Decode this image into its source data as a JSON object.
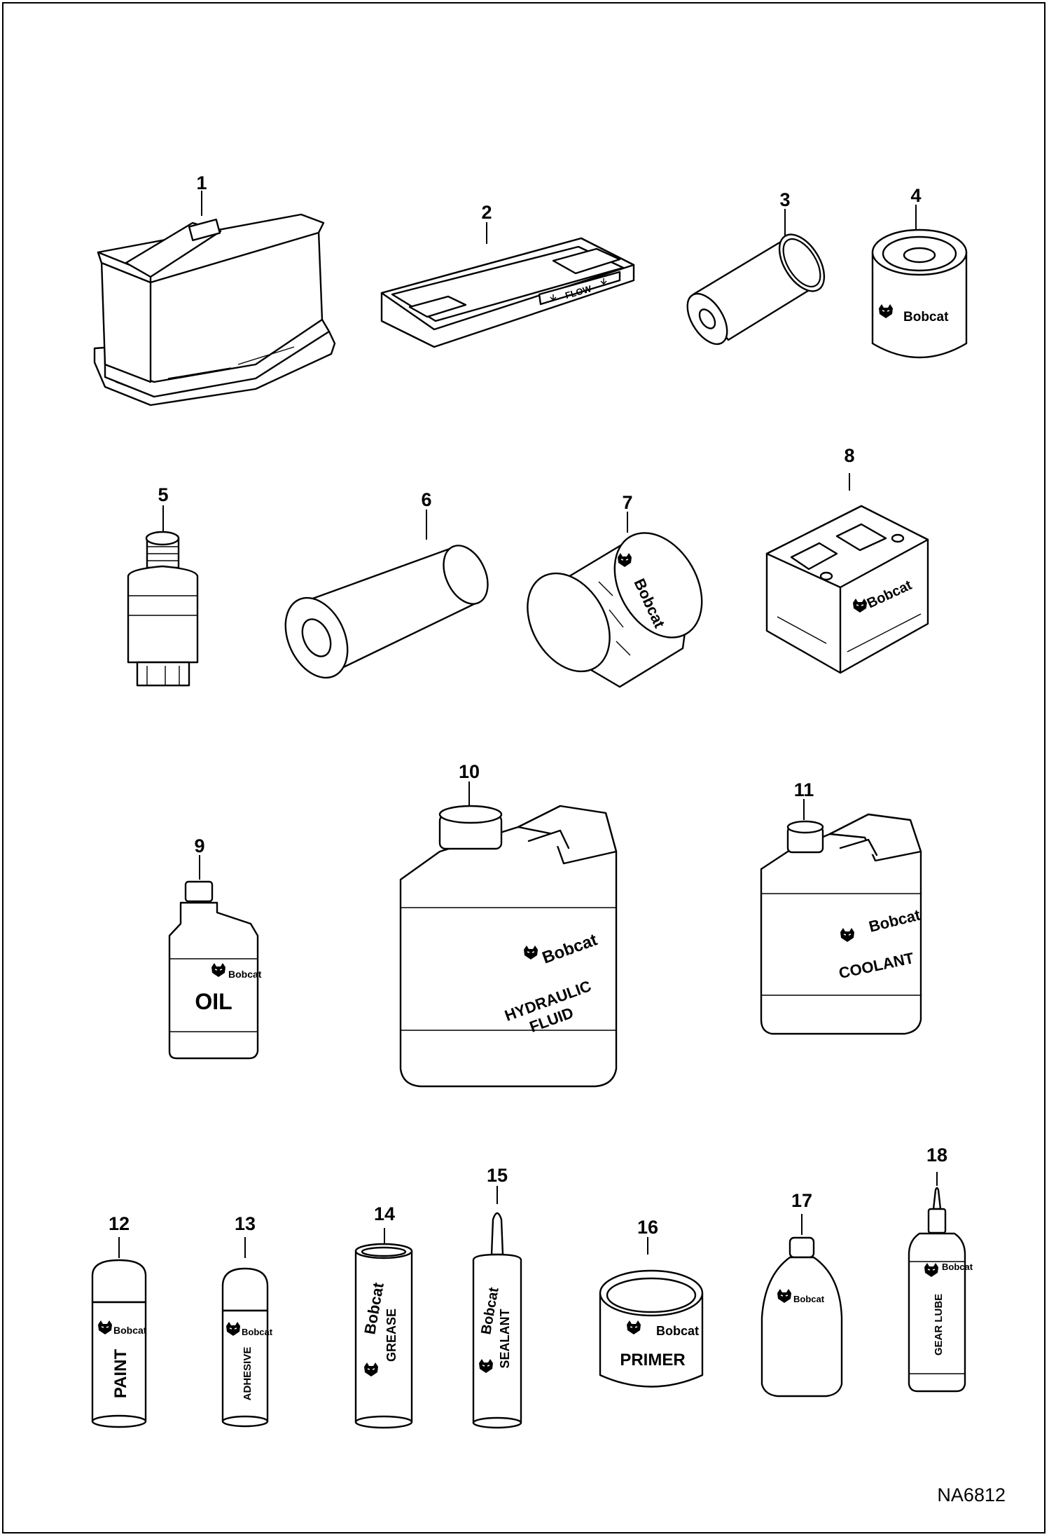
{
  "figure_id": "NA6812",
  "brand": "Bobcat",
  "callouts": [
    "1",
    "2",
    "3",
    "4",
    "5",
    "6",
    "7",
    "8",
    "9",
    "10",
    "11",
    "12",
    "13",
    "14",
    "15",
    "16",
    "17",
    "18"
  ],
  "labels": {
    "flow": "FLOW",
    "oil": "OIL",
    "hydraulic_1": "HYDRAULIC",
    "hydraulic_2": "FLUID",
    "coolant": "COOLANT",
    "paint": "PAINT",
    "adhesive": "ADHESIVE",
    "grease": "GREASE",
    "sealant": "SEALANT",
    "primer": "PRIMER",
    "gear_lube": "GEAR LUBE"
  }
}
